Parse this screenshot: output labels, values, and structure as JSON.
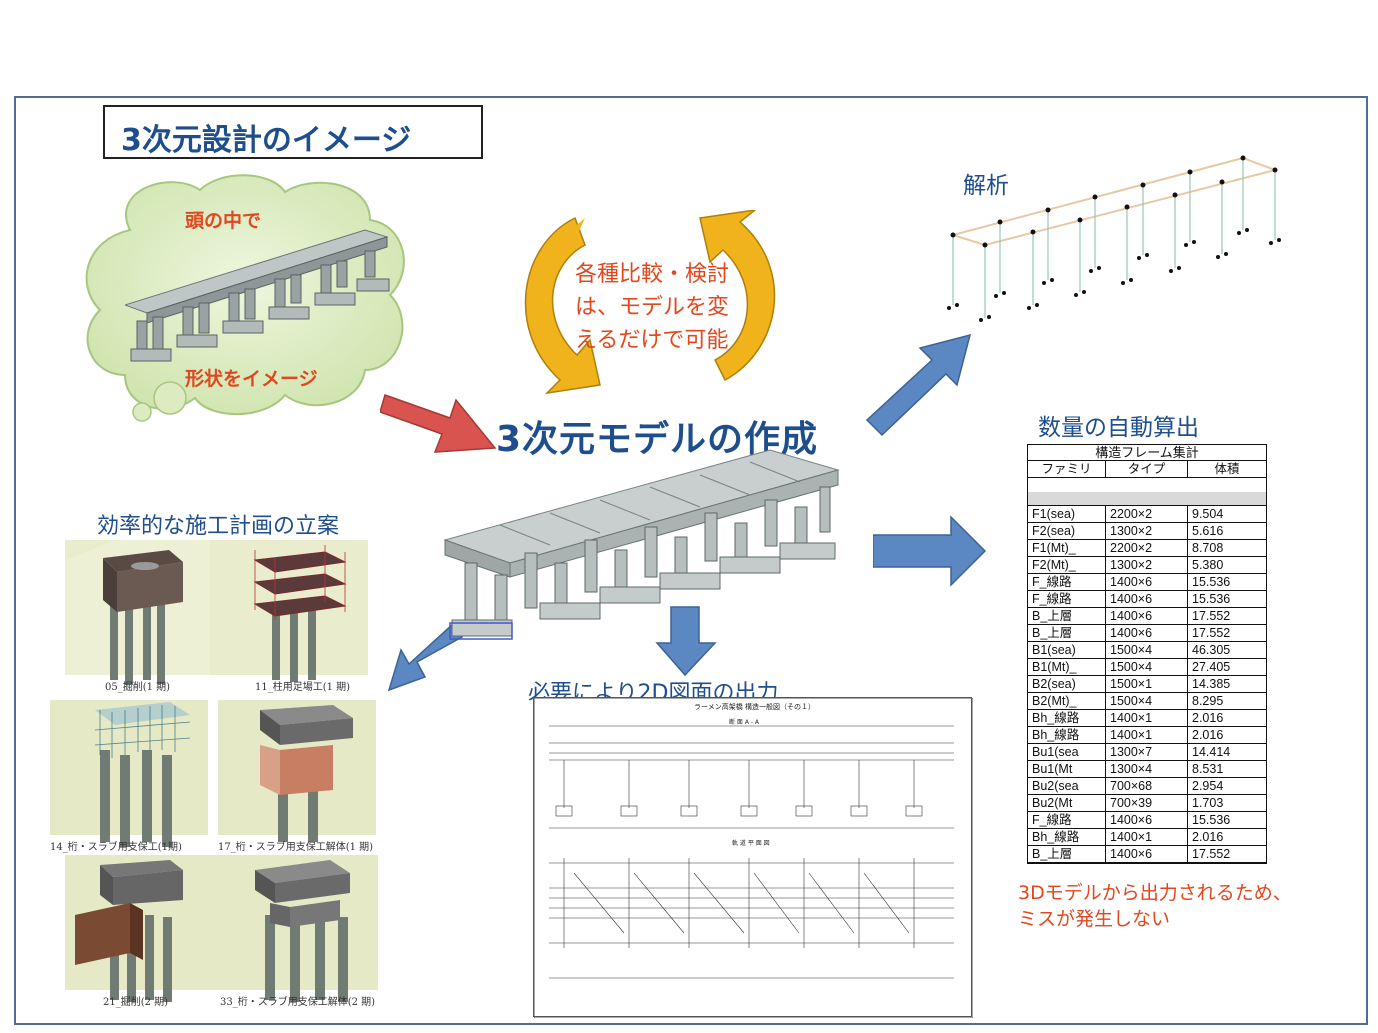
{
  "title": "3次元設計のイメージ",
  "cloud": {
    "line1": "頭の中で",
    "line2": "形状をイメージ"
  },
  "cycle": {
    "line1": "各種比較・検討",
    "line2": "は、モデルを変",
    "line3": "えるだけで可能"
  },
  "main_title": "3次元モデルの作成",
  "analysis_label": "解析",
  "quantity_label": "数量の自動算出",
  "construction_label": "効率的な施工計画の立案",
  "drawing_label": "必要により2D図面の出力",
  "note": {
    "line1": "3Dモデルから出力されるため、",
    "line2": "ミスが発生しない"
  },
  "thumbnails": [
    {
      "caption": "05_掘削(1 期)"
    },
    {
      "caption": "11_柱用足場工(1 期)"
    },
    {
      "caption": "14_桁・スラブ用支保工(1期)"
    },
    {
      "caption": "17_桁・スラブ用支保工解体(1 期)"
    },
    {
      "caption": "21_掘削(2 期)"
    },
    {
      "caption": "33_桁・スラブ用支保工解体(2 期)"
    }
  ],
  "drawing": {
    "title": "ラーメン高架橋 構造一般図（その１）",
    "section1": "断 面 A - A",
    "section2": "軌 道 平 面 図"
  },
  "table": {
    "title": "構造フレーム集計",
    "headers": [
      "ファミリ",
      "タイプ",
      "体積"
    ],
    "rows": [
      [
        "F1(sea)",
        "2200×2",
        "9.504"
      ],
      [
        "F2(sea)",
        "1300×2",
        "5.616"
      ],
      [
        "F1(Mt)_",
        "2200×2",
        "8.708"
      ],
      [
        "F2(Mt)_",
        "1300×2",
        "5.380"
      ],
      [
        "F_線路",
        "1400×6",
        "15.536"
      ],
      [
        "F_線路",
        "1400×6",
        "15.536"
      ],
      [
        "B_上層",
        "1400×6",
        "17.552"
      ],
      [
        "B_上層",
        "1400×6",
        "17.552"
      ],
      [
        "B1(sea)",
        "1500×4",
        "46.305"
      ],
      [
        "B1(Mt)_",
        "1500×4",
        "27.405"
      ],
      [
        "B2(sea)",
        "1500×1",
        "14.385"
      ],
      [
        "B2(Mt)_",
        "1500×4",
        "8.295"
      ],
      [
        "Bh_線路",
        "1400×1",
        "2.016"
      ],
      [
        "Bh_線路",
        "1400×1",
        "2.016"
      ],
      [
        "Bu1(sea",
        "1300×7",
        "14.414"
      ],
      [
        "Bu1(Mt",
        "1300×4",
        "8.531"
      ],
      [
        "Bu2(sea",
        "700×68",
        "2.954"
      ],
      [
        "Bu2(Mt",
        "700×39",
        "1.703"
      ],
      [
        "F_線路",
        "1400×6",
        "15.536"
      ],
      [
        "Bh_線路",
        "1400×1",
        "2.016"
      ],
      [
        "B_上層",
        "1400×6",
        "17.552"
      ]
    ]
  }
}
